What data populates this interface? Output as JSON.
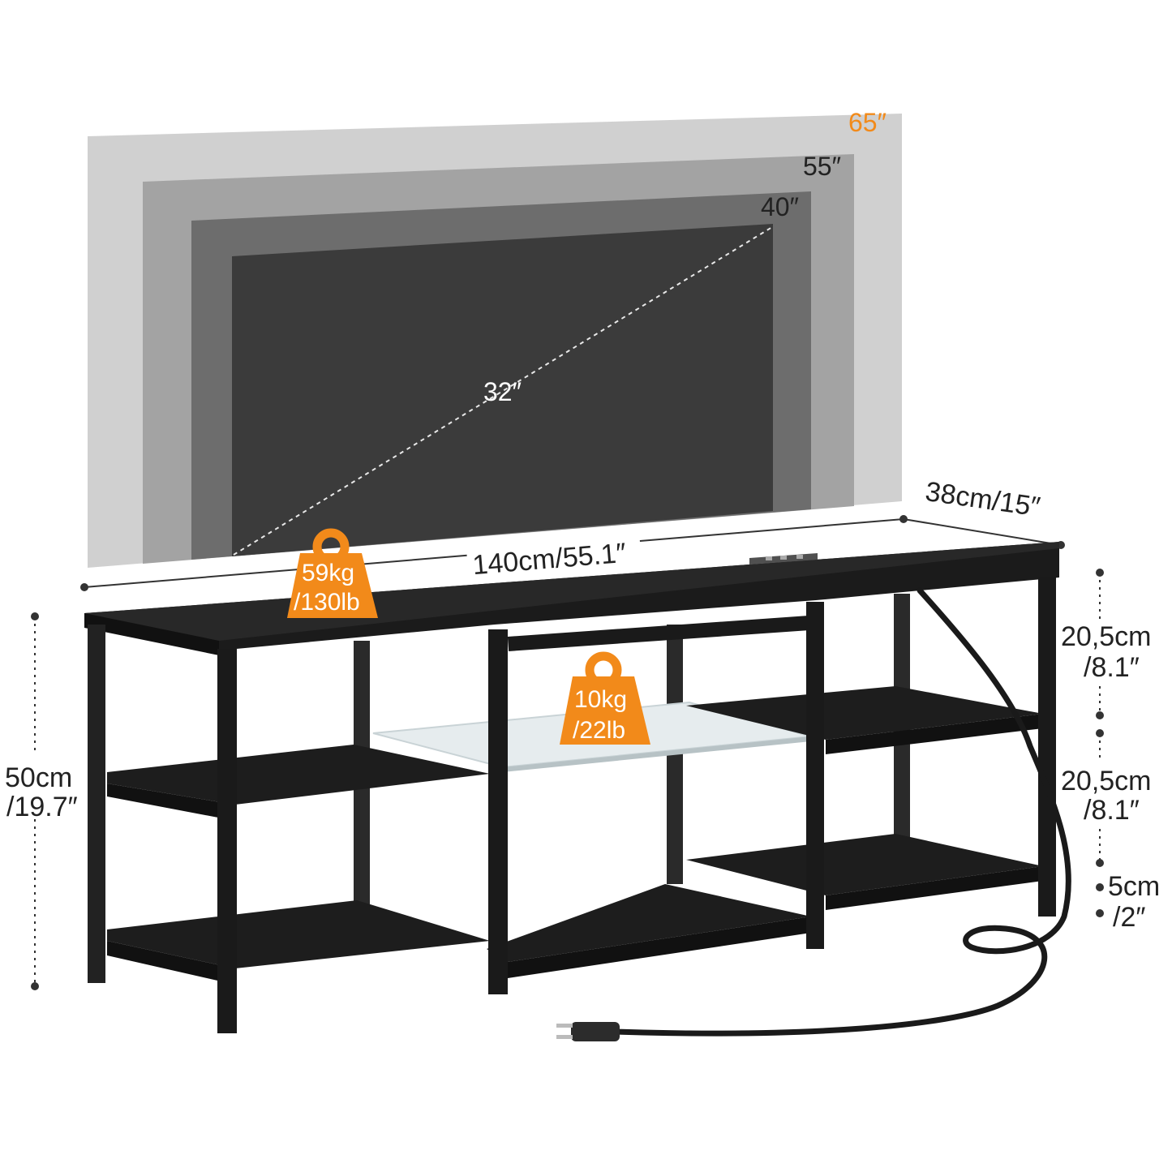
{
  "colors": {
    "accent": "#f28a1a",
    "tv_65": "#d0d0d0",
    "tv_55": "#a3a3a3",
    "tv_40": "#6d6d6d",
    "tv_32": "#3b3b3b",
    "furniture": "#1e1e1e"
  },
  "tv_sizes": {
    "size_65": "65″",
    "size_55": "55″",
    "size_40": "40″",
    "size_32": "32″"
  },
  "dimensions": {
    "width": "140cm/55.1″",
    "depth": "38cm/15″",
    "height_cm": "50cm",
    "height_in": "/19.7″",
    "gap_top_cm": "20,5cm",
    "gap_top_in": "/8.1″",
    "gap_mid_cm": "20,5cm",
    "gap_mid_in": "/8.1″",
    "gap_bottom_cm": "5cm",
    "gap_bottom_in": "/2″"
  },
  "load": {
    "top_kg": "59kg",
    "top_lb": "/130lb",
    "glass_kg": "10kg",
    "glass_lb": "/22lb"
  },
  "icons": [
    "weight-icon",
    "power-strip-icon",
    "power-plug-icon"
  ]
}
